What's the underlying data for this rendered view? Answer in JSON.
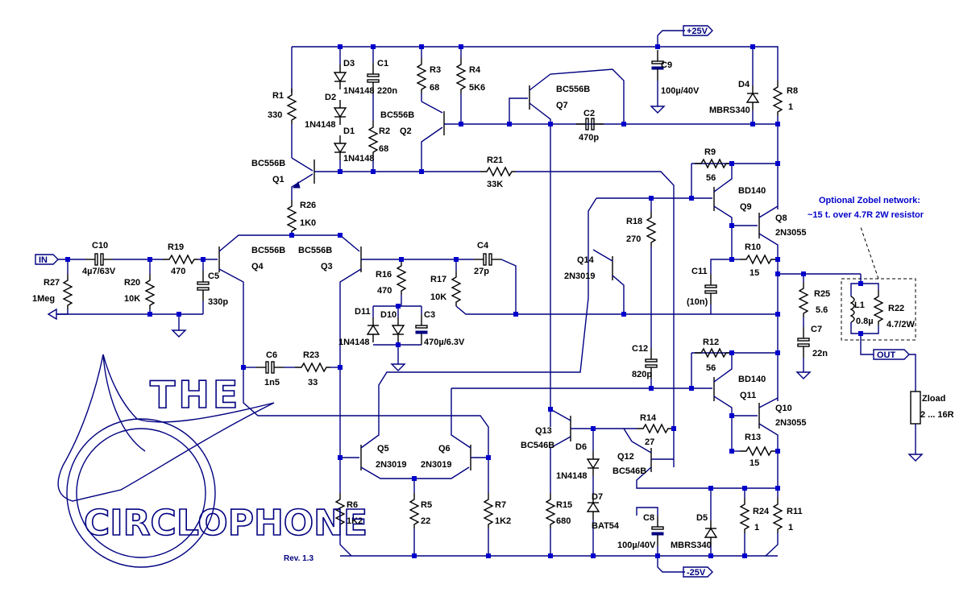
{
  "title": "Circlophone amplifier schematic",
  "revision": "Rev. 1.3",
  "logo": {
    "the": "THE",
    "main": "CIRCLOPHONE"
  },
  "nets": {
    "vpos": "+25V",
    "vneg": "-25V",
    "in": "IN",
    "out": "OUT"
  },
  "zobel_note": [
    "Optional Zobel network:",
    "~15 t. over 4.7R 2W resistor"
  ],
  "load": {
    "name": "Zload",
    "value": "2 ... 16R"
  },
  "components": {
    "R1": "330",
    "R2": "68",
    "R3": "68",
    "R4": "5K6",
    "R5": "22",
    "R6": "1K2",
    "R7": "1K2",
    "R8": "1",
    "R9": "56",
    "R10": "15",
    "R11": "1",
    "R12": "56",
    "R13": "15",
    "R14": "27",
    "R15": "680",
    "R16": "470",
    "R17": "10K",
    "R18": "270",
    "R19": "470",
    "R20": "10K",
    "R21": "33K",
    "R22": "4.7/2W",
    "R23": "33",
    "R24": "1",
    "R25": "5.6",
    "R26": "1K0",
    "R27": "1Meg",
    "C1": "220n",
    "C2": "470p",
    "C3": "470µ/6.3V",
    "C4": "27p",
    "C5": "330p",
    "C6": "1n5",
    "C7": "22n",
    "C8": "100µ/40V",
    "C9": "100µ/40V",
    "C10": "4µ7/63V",
    "C11": "(10n)",
    "C12": "820p",
    "D1": "1N4148",
    "D2": "1N4148",
    "D3": "1N4148",
    "D4": "MBRS340",
    "D5": "MBRS340",
    "D6": "1N4148",
    "D7": "BAT54",
    "D10": "",
    "D11": "1N4148",
    "Q1": "BC556B",
    "Q2": "BC556B",
    "Q3": "BC556B",
    "Q4": "BC556B",
    "Q5": "2N3019",
    "Q6": "2N3019",
    "Q7": "BC556B",
    "Q8": "2N3055",
    "Q9": "BD140",
    "Q10": "2N3055",
    "Q11": "BD140",
    "Q12": "BC546B",
    "Q13": "BC546B",
    "Q14": "2N3019",
    "L1": "0.8µ"
  },
  "colors": {
    "wire": "#000080",
    "component": "#000000",
    "junction": "#0000cc",
    "note": "#0000cc"
  }
}
